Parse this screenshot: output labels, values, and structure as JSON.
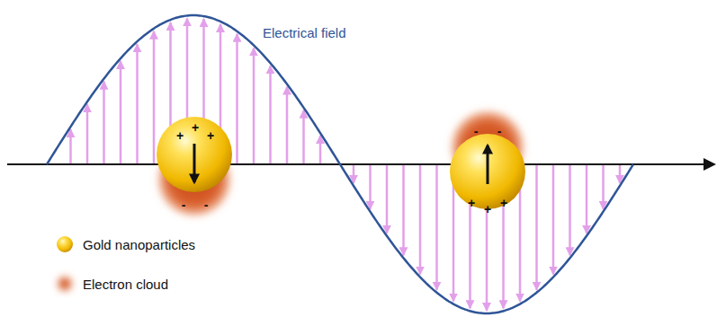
{
  "diagram": {
    "labels": [
      "Electrical field",
      "+",
      "+",
      "+",
      "-",
      "-",
      "-",
      "-",
      "+",
      "+",
      "+"
    ],
    "legend": [
      {
        "text": "Gold nanoparticles"
      },
      {
        "text": "Electron cloud"
      }
    ]
  }
}
